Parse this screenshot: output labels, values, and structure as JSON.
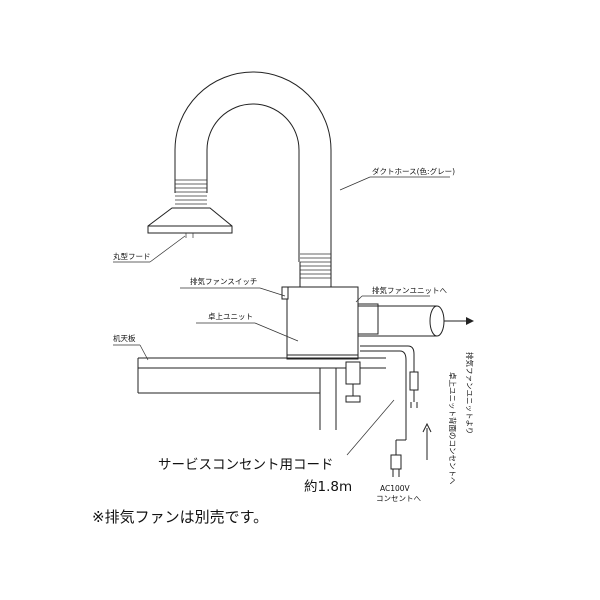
{
  "labels": {
    "duct_hose": "ダクトホース(色:グレー)",
    "round_hood": "丸型フード",
    "exhaust_fan_switch": "排気ファンスイッチ",
    "to_exhaust_fan_unit": "排気ファンユニットへ",
    "desktop_unit": "卓上ユニット",
    "desk_top_board": "机天板",
    "from_exhaust_fan_unit": "排気ファンユニットより",
    "to_outlet_on_back": "卓上ユニット背面のコンセントへ",
    "service_outlet_cord": "サービスコンセント用コード",
    "cord_length": "約1.8m",
    "ac100v": "AC100V",
    "to_outlet": "コンセントへ"
  },
  "note": "※排気ファンは別売です。"
}
